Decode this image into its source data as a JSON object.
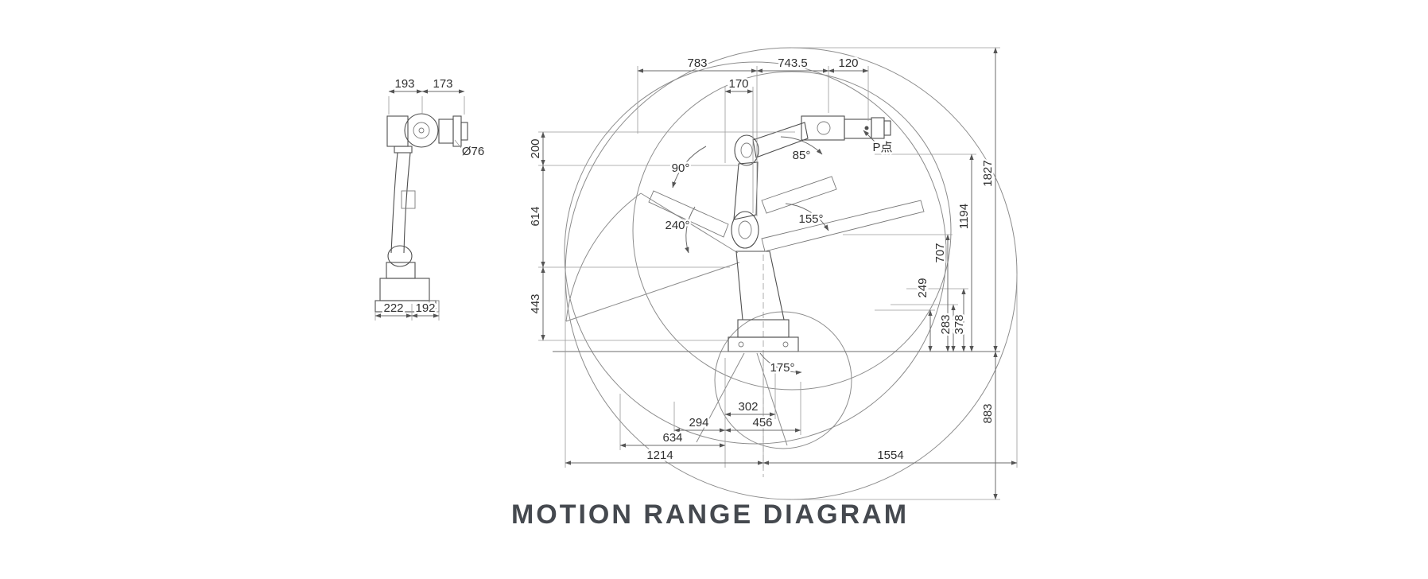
{
  "title": "MOTION RANGE DIAGRAM",
  "colors": {
    "line": "#6b6b6b",
    "text": "#303030",
    "title": "#45494f",
    "background": "#ffffff"
  },
  "side_view": {
    "dim_top_left": "193",
    "dim_top_right": "173",
    "flange_diameter": "Ø76",
    "dim_bottom_left": "222",
    "dim_bottom_right": "192"
  },
  "motion_diagram": {
    "top_dims": {
      "d783": "783",
      "d743_5": "743.5",
      "d120": "120",
      "d170": "170"
    },
    "left_dims": {
      "d200": "200",
      "d614": "614",
      "d443": "443"
    },
    "right_dims": {
      "d1827": "1827",
      "d1194": "1194",
      "d707": "707",
      "d249": "249",
      "d283": "283",
      "d378": "378",
      "d883": "883"
    },
    "bottom_dims": {
      "d302": "302",
      "d294": "294",
      "d456": "456",
      "d634": "634",
      "d1214": "1214",
      "d1554": "1554"
    },
    "angles": {
      "a90": "90°",
      "a85": "85°",
      "a155": "155°",
      "a240": "240°",
      "a175": "175°"
    },
    "p_point": "P点"
  }
}
